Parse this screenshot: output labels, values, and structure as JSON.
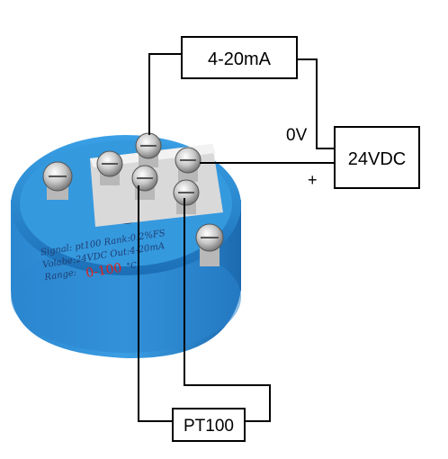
{
  "boxes": {
    "current_output": "4-20mA",
    "power_supply": "24VDC",
    "sensor": "PT100"
  },
  "terminals": {
    "zero_volt": "0V",
    "plus": "+"
  },
  "device_label": {
    "line1": "Signal:  pt100  Rank:0.2%FS",
    "line2": "Volabe:24VDC  Out:4-20mA",
    "line3": "Range:",
    "range_value": "0-100",
    "range_unit": "°C"
  },
  "colors": {
    "housing": "#2f8fd6",
    "housing_dark": "#1f6fb4",
    "terminal_block": "#ececec",
    "range_text": "#e0201a"
  }
}
